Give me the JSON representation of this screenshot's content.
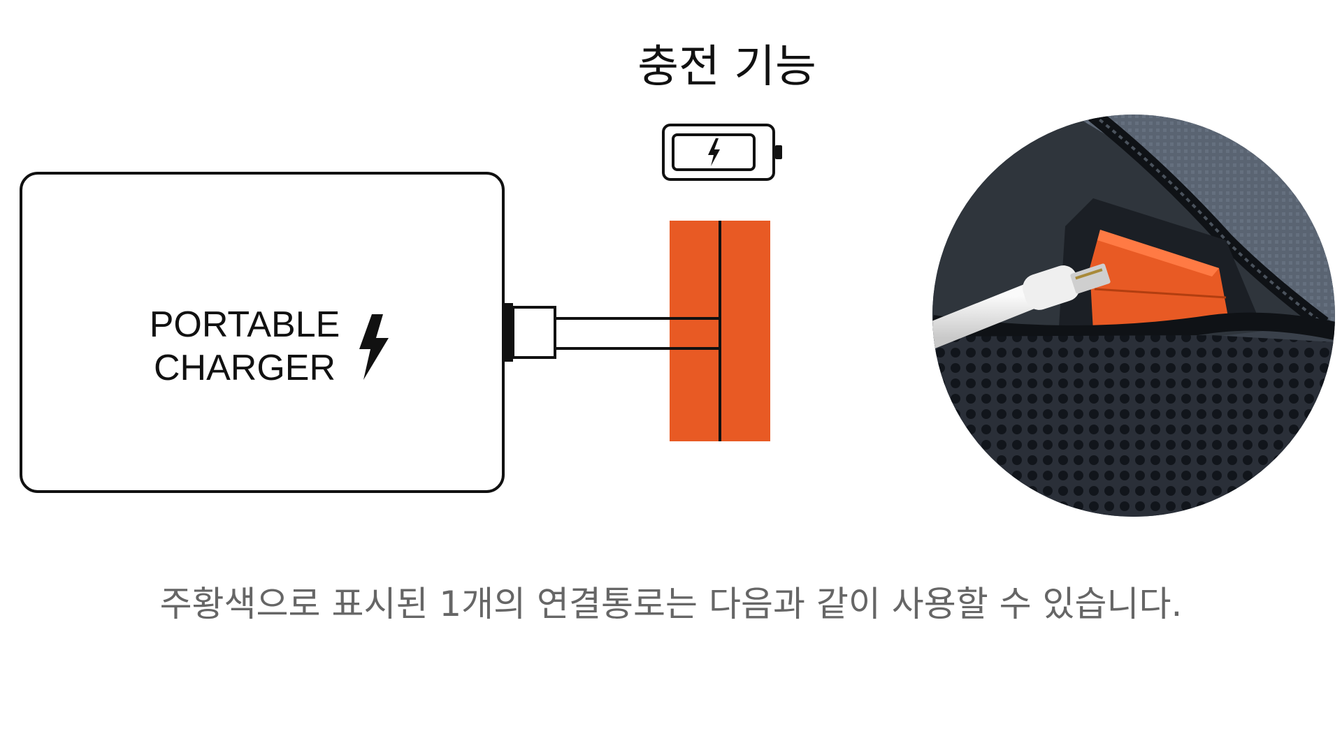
{
  "title": "충전 기능",
  "charger": {
    "label_line1": "PORTABLE",
    "label_line2": "CHARGER"
  },
  "caption": "주황색으로 표시된 1개의 연결통로는 다음과 같이 사용할 수 있습니다.",
  "colors": {
    "accent": "#E85A24",
    "line": "#111111",
    "caption": "#666666"
  },
  "icons": [
    "battery-charging-icon",
    "lightning-bolt-icon"
  ]
}
